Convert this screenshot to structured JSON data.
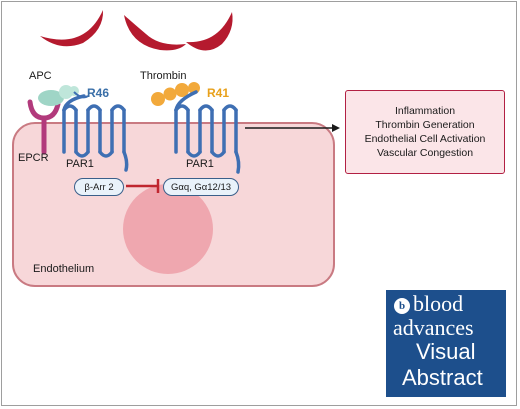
{
  "labels": {
    "apc": "APC",
    "r46": "R46",
    "thrombin": "Thrombin",
    "r41": "R41",
    "epcr": "EPCR",
    "par1_left": "PAR1",
    "par1_right": "PAR1",
    "beta_arr": "β-Arr 2",
    "g_alpha": "Gαq, Gα12/13",
    "endothelium": "Endothelium"
  },
  "outcomes": [
    "Inflammation",
    "Thrombin Generation",
    "Endothelial Cell Activation",
    "Vascular Congestion"
  ],
  "logo": {
    "line1": "blood",
    "line2": "advances",
    "line3": "Visual",
    "line4": "Abstract"
  },
  "colors": {
    "cell_fill": "#f7d7d9",
    "cell_border": "#c97a82",
    "nucleus": "#efa7af",
    "receptor": "#3e6fb3",
    "red_cell": "#b51a2e",
    "apc": "#9fd5c6",
    "epcr": "#b23a7c",
    "thrombin": "#f2a93b",
    "outcome_border": "#b22043",
    "logo_bg": "#1d4f8c"
  }
}
